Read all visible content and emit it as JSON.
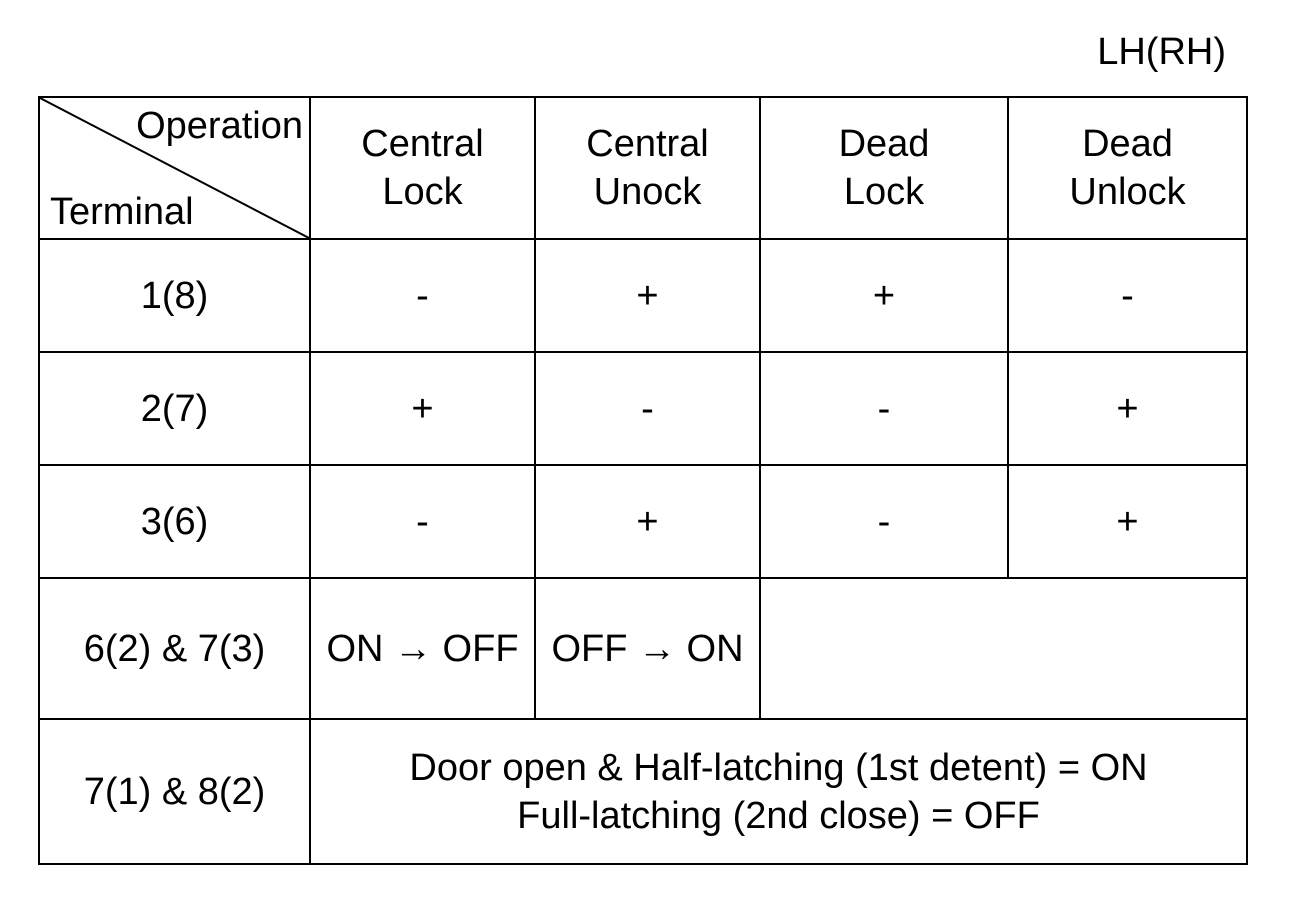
{
  "side_label": "LH(RH)",
  "header": {
    "corner_top": "Operation",
    "corner_bottom": "Terminal",
    "columns": [
      {
        "line1": "Central",
        "line2": "Lock"
      },
      {
        "line1": "Central",
        "line2": "Unock"
      },
      {
        "line1": "Dead",
        "line2": "Lock"
      },
      {
        "line1": "Dead",
        "line2": "Unlock"
      }
    ]
  },
  "rows": [
    {
      "terminal": "1(8)",
      "values": [
        "-",
        "+",
        "+",
        "-"
      ]
    },
    {
      "terminal": "2(7)",
      "values": [
        "+",
        "-",
        "-",
        "+"
      ]
    },
    {
      "terminal": "3(6)",
      "values": [
        "-",
        "+",
        "-",
        "+"
      ]
    }
  ],
  "contact_row": {
    "terminal": "6(2) & 7(3)",
    "central_lock": "ON → OFF",
    "central_unlock": "OFF → ON"
  },
  "latch_row": {
    "terminal": "7(1) & 8(2)",
    "line1": "Door open & Half-latching (1st detent) = ON",
    "line2": "Full-latching (2nd close) = OFF"
  }
}
